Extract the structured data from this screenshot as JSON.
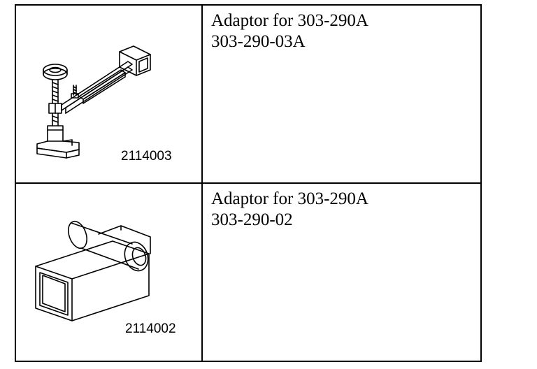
{
  "tools": [
    {
      "description": "Adaptor for 303-290A",
      "part_number": "303-290-03A",
      "illustration_code": "2114003",
      "illustration": "adaptor-clamp-icon"
    },
    {
      "description": "Adaptor for 303-290A",
      "part_number": "303-290-02",
      "illustration_code": "2114002",
      "illustration": "adaptor-block-icon"
    }
  ]
}
